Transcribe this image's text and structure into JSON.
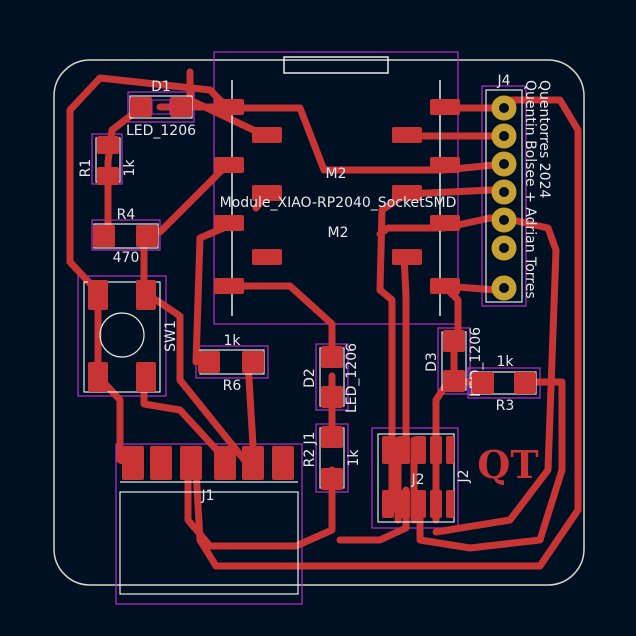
{
  "title_text": "Quentorres 2024",
  "credits_text": "Quentin Bolsee + Adrian Torres",
  "logo_text": "QT",
  "module": {
    "ref": "M2",
    "value": "Module_XIAO-RP2040_SocketSMD",
    "ref2": "M2"
  },
  "components": {
    "d1": {
      "ref": "D1",
      "value": "LED_1206"
    },
    "d2": {
      "ref": "D2",
      "value": "LED_1206"
    },
    "d3": {
      "ref": "D3",
      "value": "LED_1206"
    },
    "r1": {
      "ref": "R1",
      "value": "1k"
    },
    "r2": {
      "ref": "R2",
      "value": "1k"
    },
    "r3": {
      "ref": "R3",
      "value": "1k"
    },
    "r4": {
      "ref": "R4",
      "value": "470"
    },
    "r6": {
      "ref": "R6",
      "value": "1k"
    },
    "j1": {
      "ref": "J1",
      "ref2": "J1"
    },
    "j2": {
      "ref": "J2",
      "ref2": "J2"
    },
    "j4": {
      "ref": "J4"
    },
    "sw1": {
      "ref": "SW1"
    }
  },
  "colors": {
    "background": "#001023",
    "copper": "#c83434",
    "courtyard": "#c030c0",
    "silkscreen": "#e8e8e8",
    "board_edge": "#d8d8c8",
    "gold": "#c8a032"
  }
}
